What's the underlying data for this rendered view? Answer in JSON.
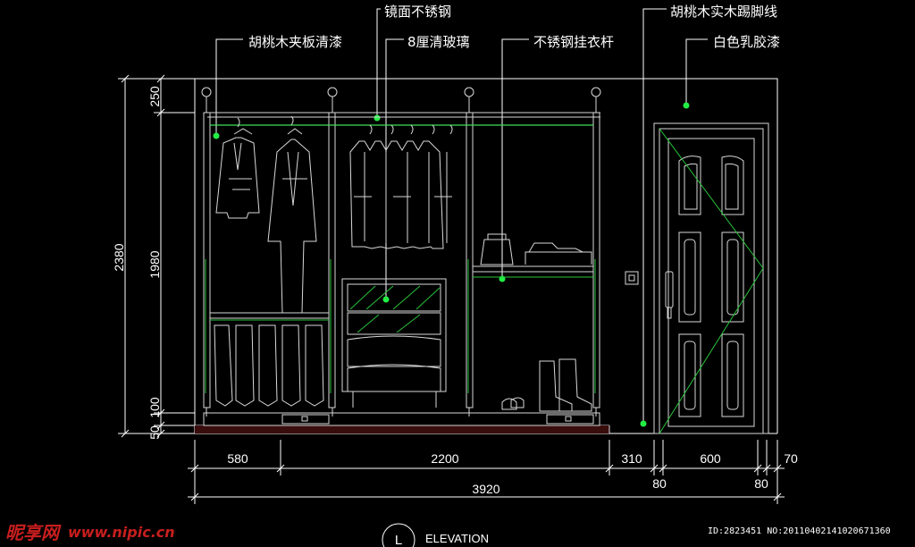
{
  "labels": {
    "walnut_veneer": "胡桃木夹板清漆",
    "mirror_steel": "镜面不锈钢",
    "clear_glass": "8厘清玻璃",
    "steel_rod": "不锈钢挂衣杆",
    "walnut_skirting": "胡桃木实木踢脚线",
    "white_latex": "白色乳胶漆"
  },
  "dims": {
    "h_250": "250",
    "h_2380": "2380",
    "h_1980": "1980",
    "h_100": "100",
    "h_50": "50",
    "w_580": "580",
    "w_2200": "2200",
    "w_310": "310",
    "w_600": "600",
    "w_70": "70",
    "w_80a": "80",
    "w_80b": "80",
    "w_3920": "3920"
  },
  "title": {
    "letter": "L",
    "text": "ELEVATION"
  },
  "watermark": {
    "logo": "昵享网",
    "url": "www.nipic.cn",
    "id": "ID:2823451 NO:20110402141020671360"
  },
  "colors": {
    "background": "#000000",
    "line": "#ffffff",
    "accent": "#27c43a",
    "marker": "#22ee44"
  }
}
